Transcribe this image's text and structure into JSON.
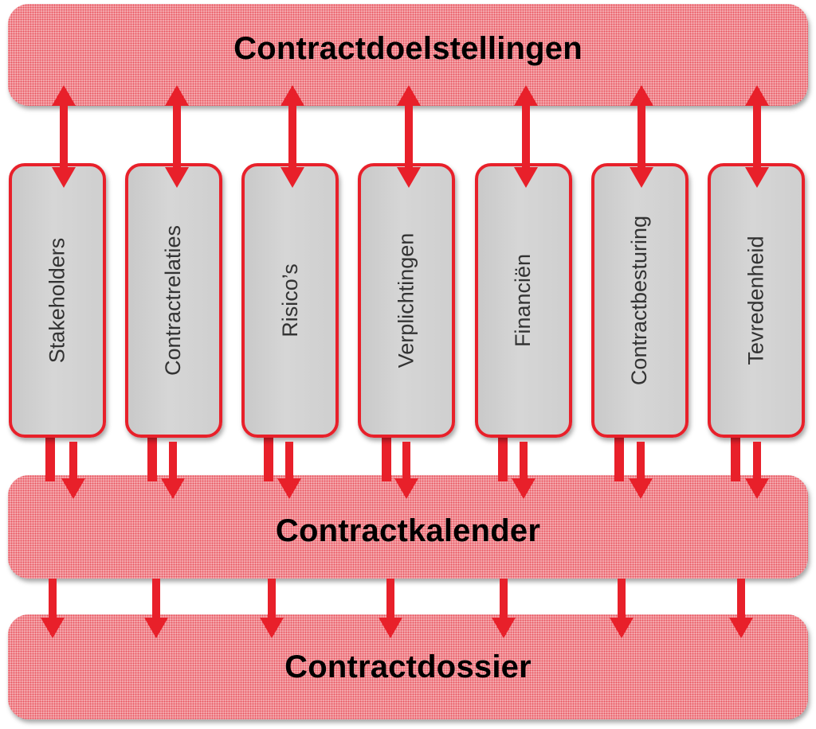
{
  "diagram": {
    "top_band": "Contractdoelstellingen",
    "middle_band": "Contractkalender",
    "bottom_band": "Contractdossier",
    "columns": [
      "Stakeholders",
      "Contractrelaties",
      "Risico’s",
      "Verplichtingen",
      "Financiën",
      "Contractbesturing",
      "Tevredenheid"
    ],
    "colors": {
      "accent": "#e8202a",
      "band_fill": "#f5a9ae",
      "column_fill": "#d0d0d0"
    }
  }
}
